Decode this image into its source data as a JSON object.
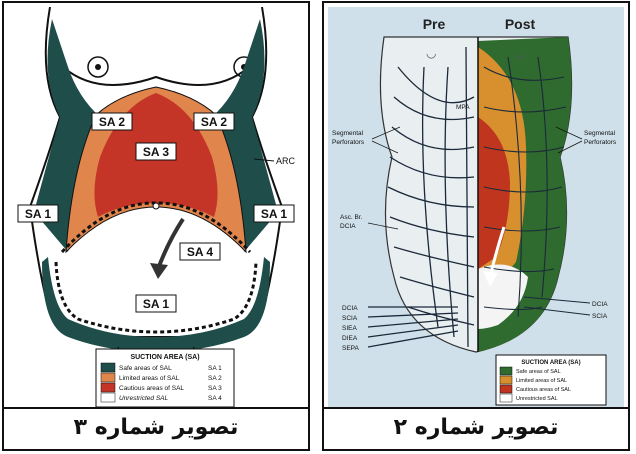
{
  "left_figure": {
    "zones": {
      "sa2_left": "SA 2",
      "sa2_right": "SA 2",
      "sa3": "SA 3",
      "sa1_left": "SA 1",
      "sa1_right": "SA 1",
      "sa4": "SA 4",
      "sa1_bottom": "SA 1"
    },
    "arc_label": "ARC",
    "legend": {
      "title": "SUCTION AREA (SA)",
      "rows": [
        {
          "text": "Safe areas of SAL",
          "code": "SA 1",
          "color": "#1e4d4a"
        },
        {
          "text": "Limited areas of SAL",
          "code": "SA 2",
          "color": "#e0854c"
        },
        {
          "text": "Cautious areas of SAL",
          "code": "SA 3",
          "color": "#c43528"
        },
        {
          "text": "Unrestricted SAL",
          "code": "SA 4",
          "color": "#ffffff"
        }
      ]
    },
    "caption": "تصویر شماره ۳"
  },
  "right_figure": {
    "pre_label": "Pre",
    "post_label": "Post",
    "labels": {
      "mpa": "MPA",
      "segmental_left": [
        "Segmental",
        "Perforators"
      ],
      "segmental_right": [
        "Segmental",
        "Perforators"
      ],
      "asc": [
        "Asc. Br.",
        "DCIA"
      ],
      "left_vessels": [
        "DCIA",
        "SCIA",
        "SIEA",
        "DIEA",
        "SEPA"
      ],
      "right_vessels": [
        "DCIA",
        "SCIA"
      ]
    },
    "legend": {
      "title": "SUCTION AREA (SA)",
      "rows": [
        {
          "text": "Safe areas of SAL",
          "color": "#2f6a2e"
        },
        {
          "text": "Limited areas of SAL",
          "color": "#d8902f"
        },
        {
          "text": "Cautious areas of SAL",
          "color": "#c0351e"
        },
        {
          "text": "Unrestricted SAL",
          "color": "#ffffff"
        }
      ]
    },
    "caption": "تصویر شماره ۲"
  },
  "colors": {
    "safe": "#1e4d4a",
    "limited": "#e0854c",
    "cautious": "#c43528",
    "green": "#2f6a2e",
    "bg_right": "#cfe0ea"
  }
}
